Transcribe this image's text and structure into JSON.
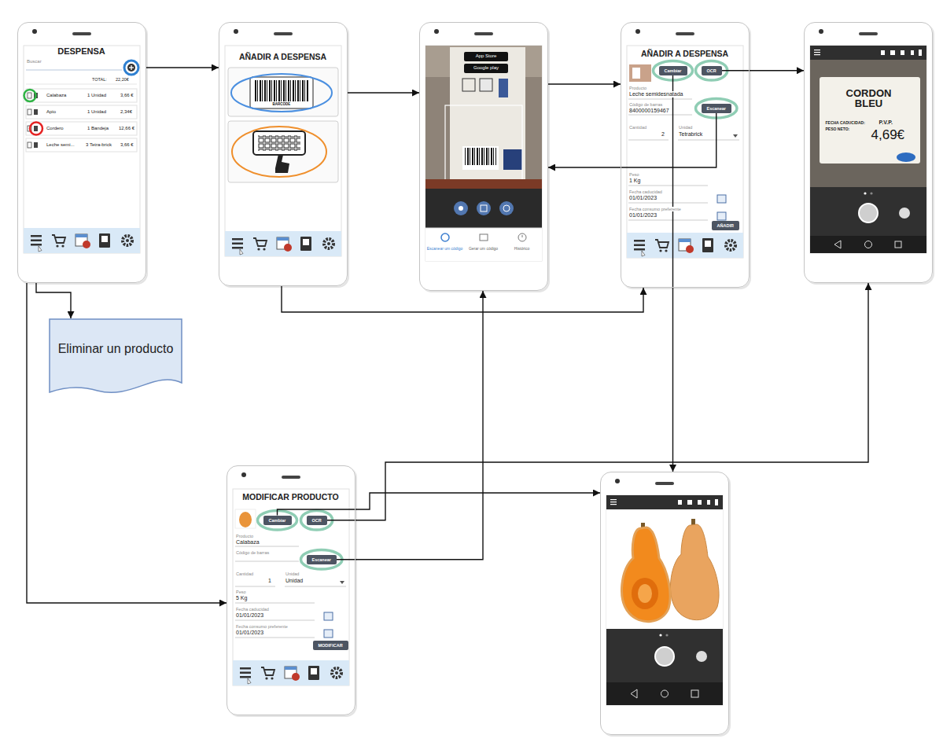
{
  "diagram": {
    "nodes": [
      {
        "text": [
          "DESPENSA"
        ]
      },
      {
        "text": [
          "AÑADIR A DESPENSA"
        ]
      },
      {
        "text": [
          "Escanear um código",
          "Gerar um código",
          "Histórico"
        ]
      },
      {
        "text": [
          "AÑADIR A DESPENSA"
        ]
      },
      {
        "text": [
          "Cambiar"
        ],
        "in": 3
      },
      {
        "text": [
          "OCR"
        ],
        "in": 3
      },
      {
        "text": [
          "Escanear"
        ],
        "in": 3
      },
      {
        "text": [
          "AÑADIR"
        ],
        "in": 3
      },
      {
        "text": [
          "CORDON BLEU",
          "FECHA CADUCIDAD:",
          "PESO NETO:",
          "P.V.P.",
          "4,69€"
        ]
      },
      {
        "text": [
          "Eliminar un producto"
        ]
      },
      {
        "text": [
          "MODIFICAR PRODUCTO"
        ]
      },
      {
        "text": [
          "Cambiar"
        ],
        "in": 10
      },
      {
        "text": [
          "OCR"
        ],
        "in": 10
      },
      {
        "text": [
          "Escanear"
        ],
        "in": 10
      },
      {
        "text": [
          "MODIFICAR"
        ],
        "in": 10
      },
      {
        "text": []
      }
    ],
    "edges": [
      {
        "from": 0,
        "to": 1,
        "arrow": "to"
      },
      {
        "from": 1,
        "to": 2,
        "arrow": "to"
      },
      {
        "from": 2,
        "to": 3,
        "arrow": "to"
      },
      {
        "from": 6,
        "to": 2,
        "arrow": "to"
      },
      {
        "from": 5,
        "to": 8,
        "arrow": "to"
      },
      {
        "from": 1,
        "to": 3,
        "arrow": "to"
      },
      {
        "from": 4,
        "to": 15,
        "arrow": "to"
      },
      {
        "from": 0,
        "to": 9,
        "arrow": "to"
      },
      {
        "from": 0,
        "to": 10,
        "arrow": "to"
      },
      {
        "from": 11,
        "to": 15,
        "arrow": "to"
      },
      {
        "from": 12,
        "to": 8,
        "arrow": "to"
      },
      {
        "from": 13,
        "to": 2,
        "arrow": "to"
      }
    ],
    "labels": [
      "Buscar",
      "TOTAL:",
      "22,20€",
      "Calabaza",
      "1 Unidad",
      "3,66 €",
      "Apio",
      "1 Unidad",
      "2,34€",
      "Cordero",
      "1 Bandeja",
      "12,66 €",
      "Leche semi...",
      "3 Tetra-brick",
      "3,66 €",
      "BARCODE",
      "App Store",
      "Google play",
      "Producto",
      "Leche semidesnatada",
      "Código de barras",
      "8400000159467",
      "Cantidad",
      "2",
      "Unidad",
      "Tetrabrick",
      "Peso",
      "1 Kg",
      "Fecha caducidad",
      "01/01/2023",
      "Fecha consumo preferente",
      "01/01/2023",
      "Producto",
      "Calabaza",
      "Código de barras",
      "Cantidad",
      "1",
      "Unidad",
      "Unidad",
      "Peso",
      "5 Kg",
      "Fecha caducidad",
      "01/01/2023",
      "Fecha consumo preferente",
      "01/01/2023"
    ]
  }
}
